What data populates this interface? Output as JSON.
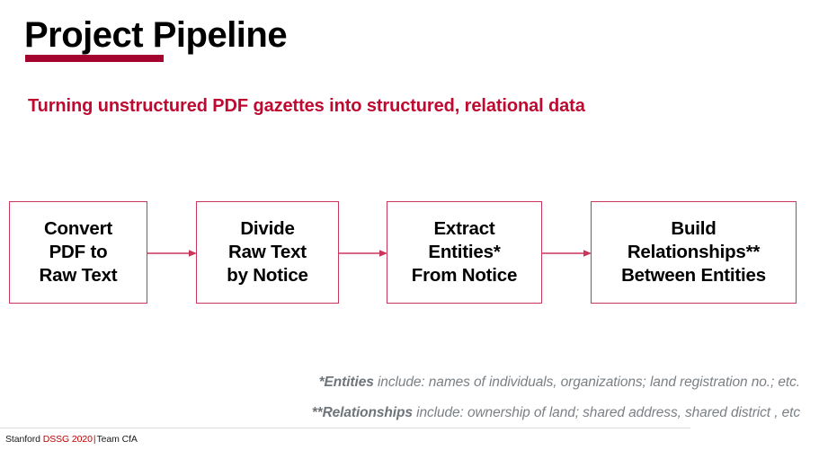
{
  "slide": {
    "title_strong": "Project",
    "title_light": " Pipeline",
    "subtitle": "Turning unstructured PDF gazettes into structured, relational data",
    "accent_underline_color": "#A5032F",
    "subtitle_color": "#BE0A30",
    "box_border_color": "#C9365B",
    "arrow_color": "#C9365B",
    "footnote_color": "#7B8085"
  },
  "flow": {
    "boxes": [
      {
        "id": "convert-pdf-to-raw-text",
        "lines": [
          "Convert",
          "PDF to",
          "Raw Text"
        ]
      },
      {
        "id": "divide-raw-text-by-notice",
        "lines": [
          "Divide",
          "Raw Text",
          "by Notice"
        ]
      },
      {
        "id": "extract-entities-from-notice",
        "lines": [
          "Extract",
          "Entities*",
          "From Notice"
        ]
      },
      {
        "id": "build-relationships-between-entities",
        "lines": [
          "Build",
          "Relationships**",
          "Between Entities"
        ]
      }
    ],
    "arrows": [
      {
        "id": "arrow-1",
        "from": "convert-pdf-to-raw-text",
        "to": "divide-raw-text-by-notice"
      },
      {
        "id": "arrow-2",
        "from": "divide-raw-text-by-notice",
        "to": "extract-entities-from-notice"
      },
      {
        "id": "arrow-3",
        "from": "extract-entities-from-notice",
        "to": "build-relationships-between-entities"
      }
    ]
  },
  "footnotes": [
    {
      "marker_term": "*Entities",
      "text": " include: names of individuals, organizations; land registration no.; etc."
    },
    {
      "marker_term": "**Relationships",
      "text": " include: ownership of land; shared address, shared district , etc"
    }
  ],
  "footer": {
    "org": "Stanford ",
    "program": "DSSG 2020",
    "separator": "|",
    "team": "Team CfA",
    "accent_color": "#C00000"
  }
}
